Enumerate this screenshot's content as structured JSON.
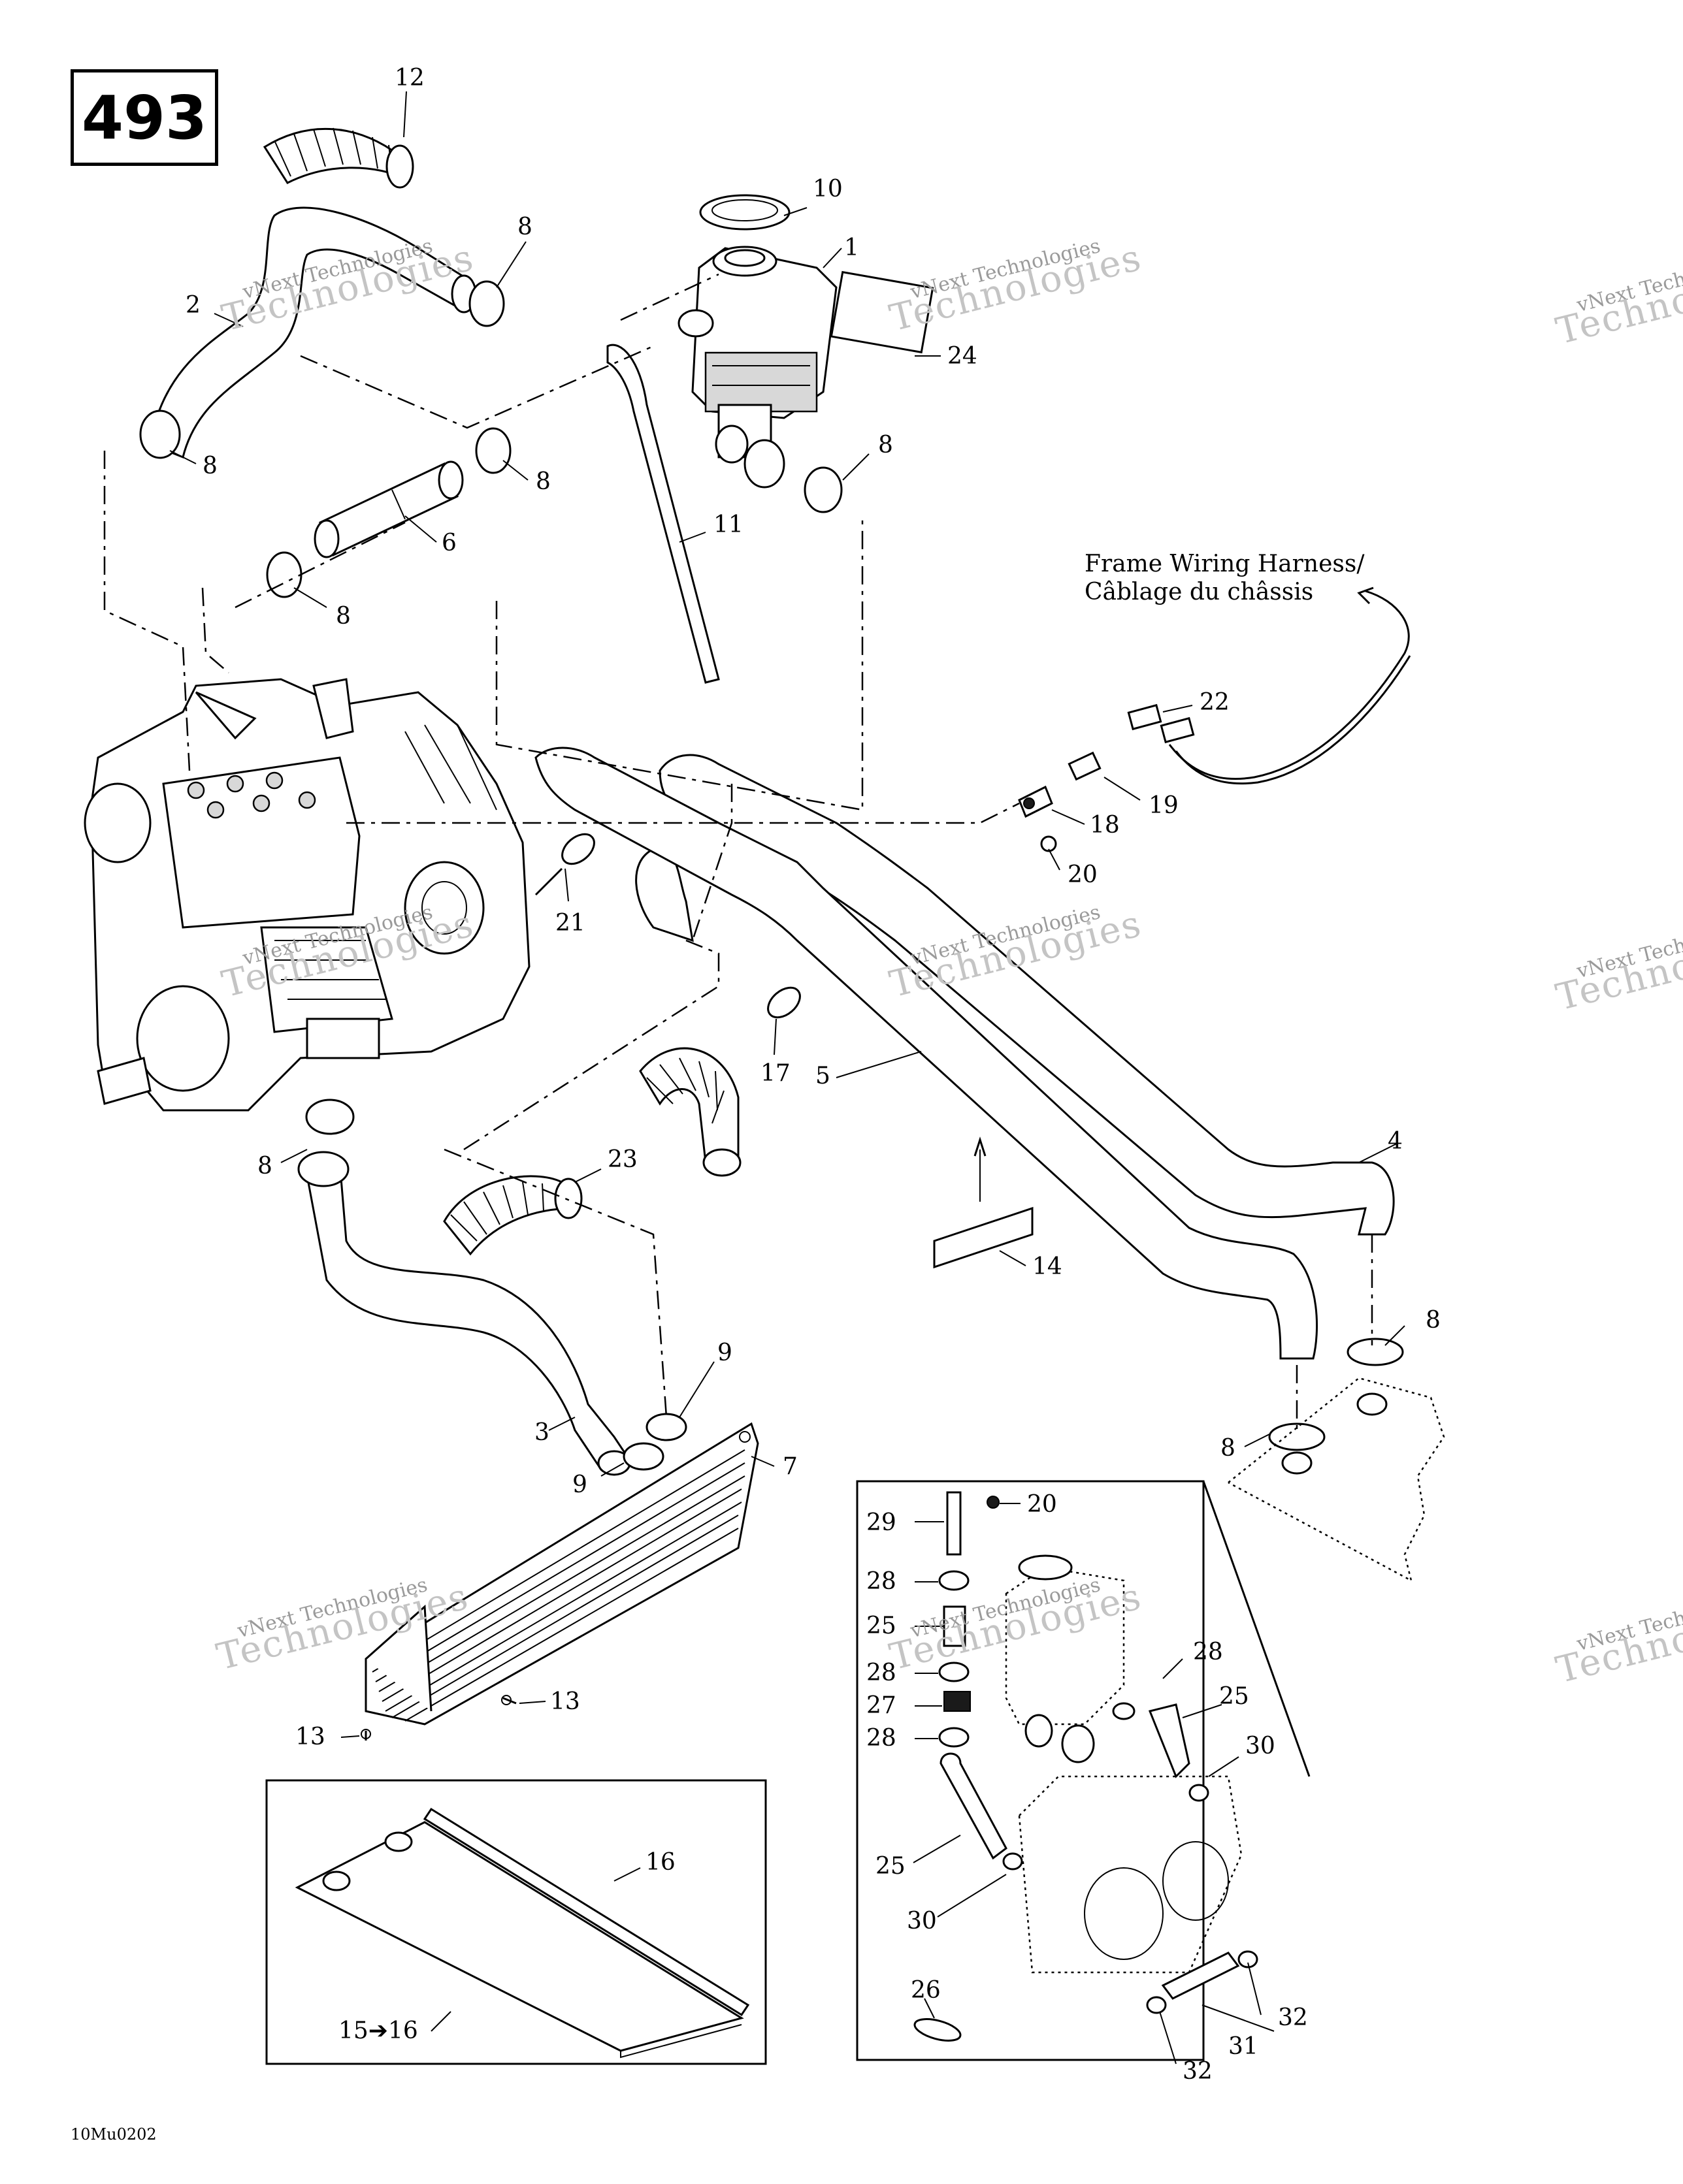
{
  "page_number": "493",
  "drawing_code": "10Mu0202",
  "harness_label": {
    "line1": "Frame Wiring Harness/",
    "line2": "Câblage du châssis"
  },
  "watermark": {
    "line1": "vNext Technologies",
    "line2": "Technologies"
  },
  "callouts": [
    {
      "id": "c-12",
      "text": "12"
    },
    {
      "id": "c-10",
      "text": "10"
    },
    {
      "id": "c-1",
      "text": "1"
    },
    {
      "id": "c-8a",
      "text": "8"
    },
    {
      "id": "c-2",
      "text": "2"
    },
    {
      "id": "c-24",
      "text": "24"
    },
    {
      "id": "c-8b",
      "text": "8"
    },
    {
      "id": "c-8c",
      "text": "8"
    },
    {
      "id": "c-8d",
      "text": "8"
    },
    {
      "id": "c-6",
      "text": "6"
    },
    {
      "id": "c-8e",
      "text": "8"
    },
    {
      "id": "c-11",
      "text": "11"
    },
    {
      "id": "c-22",
      "text": "22"
    },
    {
      "id": "c-18",
      "text": "18"
    },
    {
      "id": "c-19",
      "text": "19"
    },
    {
      "id": "c-20a",
      "text": "20"
    },
    {
      "id": "c-21",
      "text": "21"
    },
    {
      "id": "c-17",
      "text": "17"
    },
    {
      "id": "c-5",
      "text": "5"
    },
    {
      "id": "c-4",
      "text": "4"
    },
    {
      "id": "c-8f",
      "text": "8"
    },
    {
      "id": "c-23",
      "text": "23"
    },
    {
      "id": "c-14",
      "text": "14"
    },
    {
      "id": "c-8g",
      "text": "8"
    },
    {
      "id": "c-8h",
      "text": "8"
    },
    {
      "id": "c-9a",
      "text": "9"
    },
    {
      "id": "c-3",
      "text": "3"
    },
    {
      "id": "c-7",
      "text": "7"
    },
    {
      "id": "c-9b",
      "text": "9"
    },
    {
      "id": "c-13a",
      "text": "13"
    },
    {
      "id": "c-13b",
      "text": "13"
    },
    {
      "id": "c-16",
      "text": "16"
    },
    {
      "id": "c-15-16",
      "text": "15➔16"
    },
    {
      "id": "c-29",
      "text": "29"
    },
    {
      "id": "c-20b",
      "text": "20"
    },
    {
      "id": "c-28a",
      "text": "28"
    },
    {
      "id": "c-25a",
      "text": "25"
    },
    {
      "id": "c-28b",
      "text": "28"
    },
    {
      "id": "c-27",
      "text": "27"
    },
    {
      "id": "c-28c",
      "text": "28"
    },
    {
      "id": "c-28d",
      "text": "28"
    },
    {
      "id": "c-25b",
      "text": "25"
    },
    {
      "id": "c-30a",
      "text": "30"
    },
    {
      "id": "c-25c",
      "text": "25"
    },
    {
      "id": "c-30b",
      "text": "30"
    },
    {
      "id": "c-26",
      "text": "26"
    },
    {
      "id": "c-32a",
      "text": "32"
    },
    {
      "id": "c-31",
      "text": "31"
    },
    {
      "id": "c-32b",
      "text": "32"
    }
  ]
}
